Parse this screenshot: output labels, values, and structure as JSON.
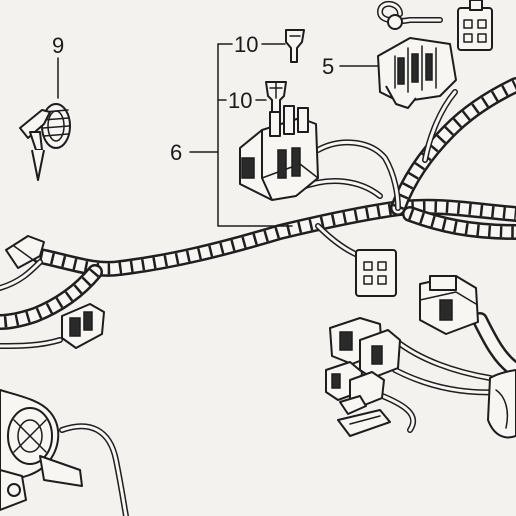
{
  "diagram": {
    "callouts": [
      {
        "id": "label-9",
        "text": "9"
      },
      {
        "id": "label-10-top",
        "text": "10"
      },
      {
        "id": "label-5",
        "text": "5"
      },
      {
        "id": "label-10-middle",
        "text": "10"
      },
      {
        "id": "label-6",
        "text": "6"
      }
    ]
  }
}
